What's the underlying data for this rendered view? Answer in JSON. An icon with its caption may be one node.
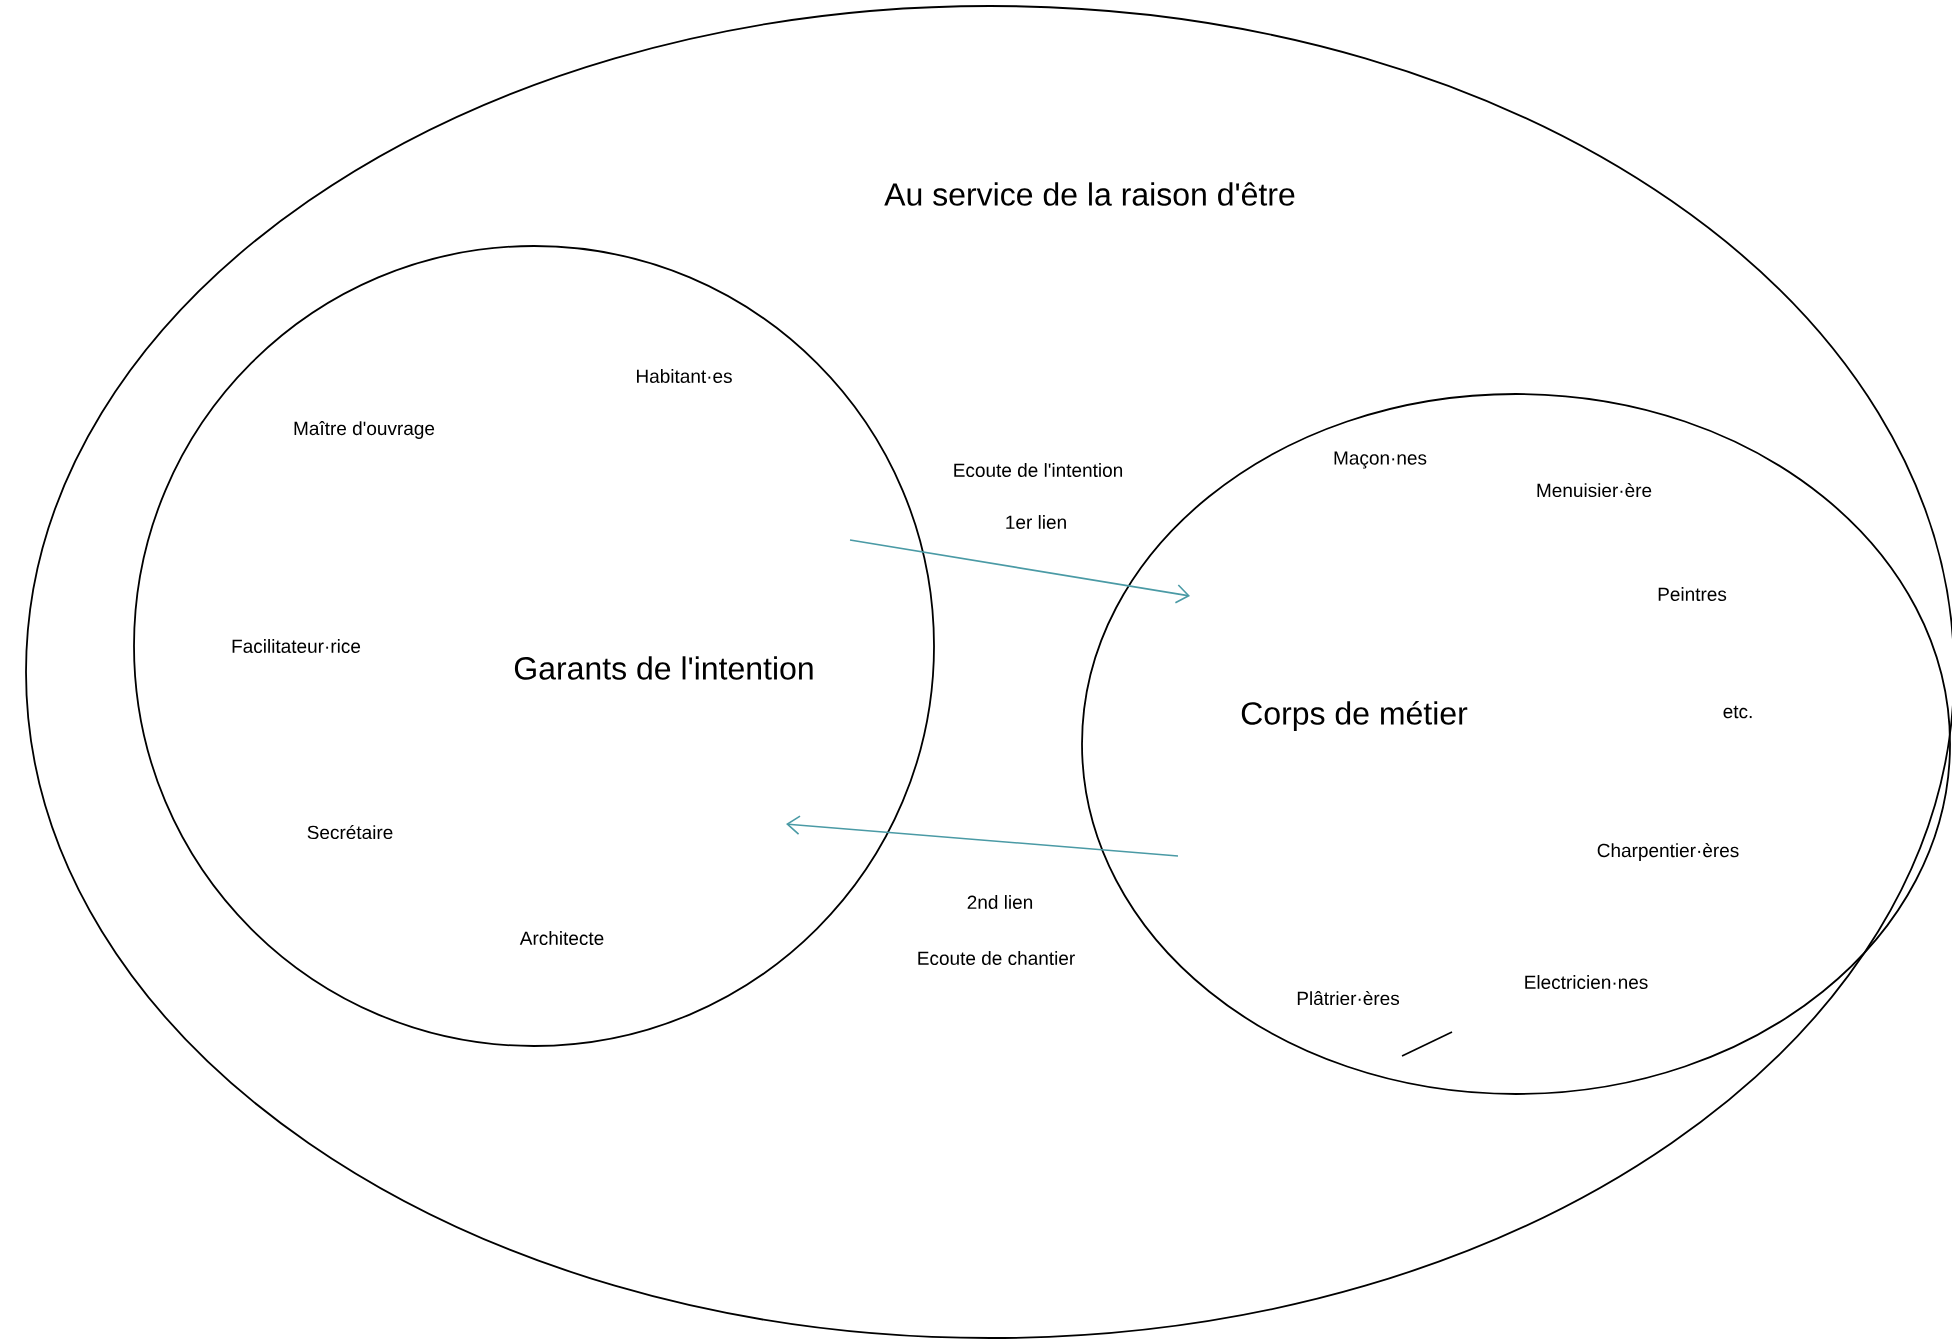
{
  "diagram": {
    "nodes": [
      {
        "text": [
          "Au service de la raison d'être"
        ]
      },
      {
        "text": [
          "Garants de l'intention",
          "Habitant·es",
          "Maître d'ouvrage",
          "Facilitateur·rice",
          "Secrétaire",
          "Architecte"
        ],
        "in": 0
      },
      {
        "text": [
          "Corps de métier",
          "Maçon·nes",
          "Menuisier·ère",
          "Peintres",
          "etc.",
          "Charpentier·ères",
          "Electricien·nes",
          "Plâtrier·ères"
        ],
        "in": 0
      }
    ],
    "edges": [
      {
        "from": 1,
        "to": 2,
        "arrow": "to",
        "label": "1er lien",
        "color": "#4a9aa5"
      },
      {
        "from": 2,
        "to": 1,
        "arrow": "to",
        "label": "2nd lien",
        "color": "#4a9aa5"
      }
    ],
    "labels": [
      "Ecoute de l'intention",
      "Ecoute de chantier"
    ]
  }
}
